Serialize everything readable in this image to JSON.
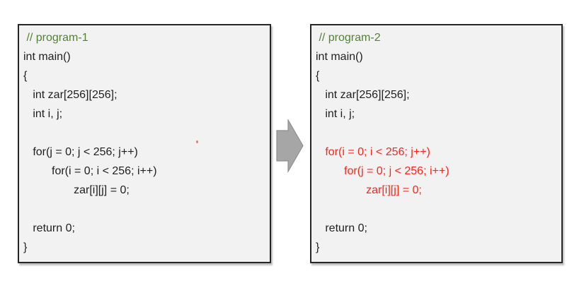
{
  "colors": {
    "page_bg": "#ffffff",
    "panel_bg": "#f2f2f2",
    "panel_border": "#262626",
    "normal": "#1f1f1f",
    "comment": "#538135",
    "highlight": "#ff2417",
    "arrow_fill": "#a6a6a6",
    "arrow_stroke": "#8f8f8f"
  },
  "arrow": {
    "direction": "right"
  },
  "panels": [
    {
      "id": "program-1",
      "lines": [
        {
          "text": " // program-1",
          "tone": "comment"
        },
        {
          "text": "int main()",
          "tone": "normal"
        },
        {
          "text": "{",
          "tone": "normal"
        },
        {
          "text": "   int zar[256][256];",
          "tone": "normal"
        },
        {
          "text": "   int i, j;",
          "tone": "normal"
        },
        {
          "text": "",
          "tone": "normal"
        },
        {
          "text": "   for(j = 0; j < 256; j++)",
          "tone": "normal"
        },
        {
          "text": "         for(i = 0; i < 256; i++)",
          "tone": "normal"
        },
        {
          "text": "                zar[i][j] = 0;",
          "tone": "normal"
        },
        {
          "text": "",
          "tone": "normal"
        },
        {
          "text": "   return 0;",
          "tone": "normal"
        },
        {
          "text": "}",
          "tone": "normal"
        }
      ]
    },
    {
      "id": "program-2",
      "lines": [
        {
          "text": " // program-2",
          "tone": "comment"
        },
        {
          "text": "int main()",
          "tone": "normal"
        },
        {
          "text": "{",
          "tone": "normal"
        },
        {
          "text": "   int zar[256][256];",
          "tone": "normal"
        },
        {
          "text": "   int i, j;",
          "tone": "normal"
        },
        {
          "text": "",
          "tone": "normal"
        },
        {
          "text": "   for(i = 0; i < 256; j++)",
          "tone": "highlight"
        },
        {
          "text": "         for(j = 0; j < 256; i++)",
          "tone": "highlight"
        },
        {
          "text": "                zar[i][j] = 0;",
          "tone": "highlight"
        },
        {
          "text": "",
          "tone": "normal"
        },
        {
          "text": "   return 0;",
          "tone": "normal"
        },
        {
          "text": "}",
          "tone": "normal"
        }
      ]
    }
  ]
}
